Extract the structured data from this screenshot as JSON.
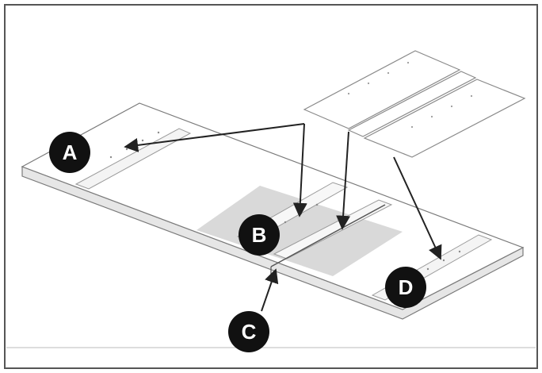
{
  "diagram": {
    "callouts": [
      {
        "id": "A",
        "label": "A"
      },
      {
        "id": "B",
        "label": "B"
      },
      {
        "id": "C",
        "label": "C"
      },
      {
        "id": "D",
        "label": "D"
      }
    ],
    "colors": {
      "frame": "#555555",
      "line": "#222222",
      "panel_fill": "#ffffff",
      "panel_edge": "#8a8a8a",
      "shadow_band": "#d9d9d9",
      "callout_fill": "#111111",
      "callout_text": "#ffffff"
    }
  }
}
